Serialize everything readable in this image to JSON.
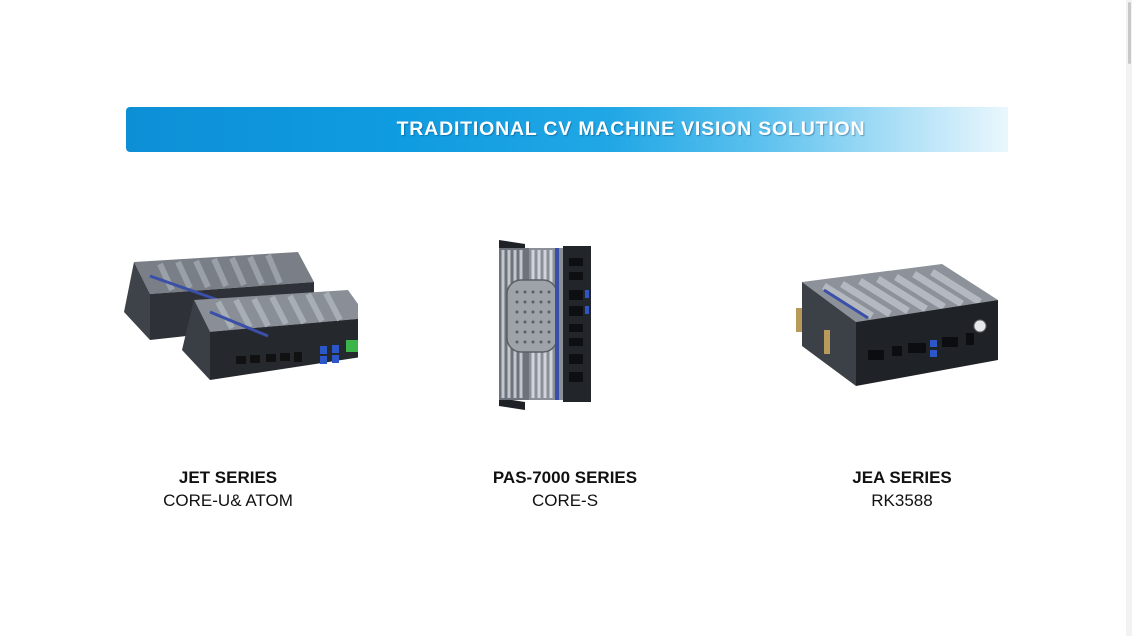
{
  "banner": {
    "title": "TRADITIONAL CV MACHINE VISION SOLUTION"
  },
  "products": [
    {
      "name": "JET SERIES",
      "subtitle": "CORE-U& ATOM",
      "image_icon": "fanless-box-pc-icon"
    },
    {
      "name": "PAS-7000 SERIES",
      "subtitle": "CORE-S",
      "image_icon": "vertical-box-pc-icon"
    },
    {
      "name": "JEA SERIES",
      "subtitle": "RK3588",
      "image_icon": "compact-box-pc-icon"
    }
  ],
  "colors": {
    "banner_start": "#0d8fd6",
    "banner_end": "#eaf7fd",
    "chassis": "#4a4f56",
    "accent_stripe": "#3a4fa8"
  }
}
